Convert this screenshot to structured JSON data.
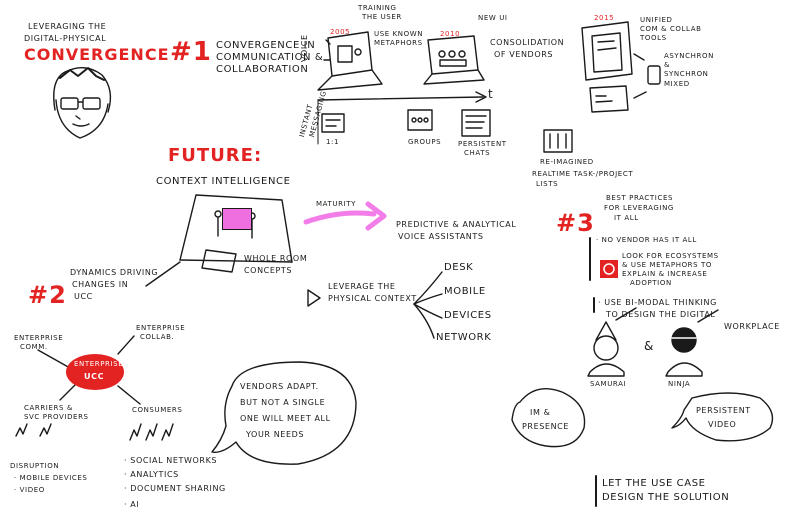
{
  "title": {
    "line1": "Leveraging the",
    "line2": "digital-physical",
    "line3": "Convergence"
  },
  "section1": {
    "number": "#1",
    "heading_l1": "Convergence in",
    "heading_l2": "communication &",
    "heading_l3": "collaboration",
    "voice_label": "Voice",
    "year_2005": "2005",
    "training_l1": "Training",
    "training_l2": "the user",
    "metaphors_l1": "use known",
    "metaphors_l2": "metaphors",
    "year_2010": "2010",
    "new_ui": "New UI",
    "consolidation_l1": "consolidation",
    "consolidation_l2": "of vendors",
    "year_2015": "2015",
    "unified_l1": "unified",
    "unified_l2": "com & collab",
    "unified_l3": "tools",
    "async_l1": "asynchron",
    "async_l2": "&",
    "async_l3": "synchron",
    "async_l4": "mixed",
    "time_axis": "t",
    "instant_l1": "instant",
    "instant_l2": "messaging",
    "one_to_one": "1:1",
    "groups": "Groups",
    "persistent_l1": "persistent",
    "persistent_l2": "chats",
    "reimagined_l1": "Re-imagined",
    "reimagined_l2": "realtime task-/project",
    "reimagined_l3": "lists"
  },
  "future": {
    "heading": "Future:",
    "context": "Context intelligence",
    "whole_room_l1": "whole room",
    "whole_room_l2": "concepts",
    "maturity": "Maturity",
    "predictive_l1": "predictive & analytical",
    "predictive_l2": "voice assistants",
    "physical_l1": "leverage the",
    "physical_l2": "physical context",
    "desk": "desk",
    "mobile": "mobile",
    "devices": "devices",
    "network": "network"
  },
  "section2": {
    "number": "#2",
    "heading_l1": "Dynamics driving",
    "heading_l2": "changes in",
    "heading_l3": "UCC",
    "enterprise_comm_l1": "Enterprise",
    "enterprise_comm_l2": "comm.",
    "enterprise_collab_l1": "Enterprise",
    "enterprise_collab_l2": "collab.",
    "center_l1": "Enterprise",
    "center_l2": "UCC",
    "carriers_l1": "carriers &",
    "carriers_l2": "svc providers",
    "consumers": "consumers",
    "disruption": "disruption",
    "mobile_devices": "· mobile devices",
    "video": "· video",
    "social": "· social networks",
    "analytics": "· analytics",
    "doc_sharing": "· document sharing",
    "ai": "· AI",
    "bubble_l1": "vendors adapt.",
    "bubble_l2": "but not a single",
    "bubble_l3": "one will meet all",
    "bubble_l4": "your needs"
  },
  "section3": {
    "number": "#3",
    "heading_l1": "Best practices",
    "heading_l2": "for leveraging",
    "heading_l3": "it all",
    "bullet1": "· no vendor has it all",
    "look_l1": "look for ecosystems",
    "look_l2": "& use metaphors to",
    "look_l3": "explain & increase",
    "look_l4": "adoption",
    "bimodal_l1": "· use bi-modal thinking",
    "bimodal_l2": "to design the digital",
    "bimodal_l3": "workplace",
    "samurai": "Samurai",
    "amp": "&",
    "ninja": "Ninja",
    "im_l1": "IM &",
    "im_l2": "presence",
    "persistent_l1": "persistent",
    "persistent_l2": "video",
    "usecase_l1": "let the use case",
    "usecase_l2": "design the solution"
  },
  "colors": {
    "ink": "#1a1a1a",
    "accent_red": "#e32222",
    "maturity_pink": "#f27ce8",
    "screen_pink": "#f06fe0"
  }
}
